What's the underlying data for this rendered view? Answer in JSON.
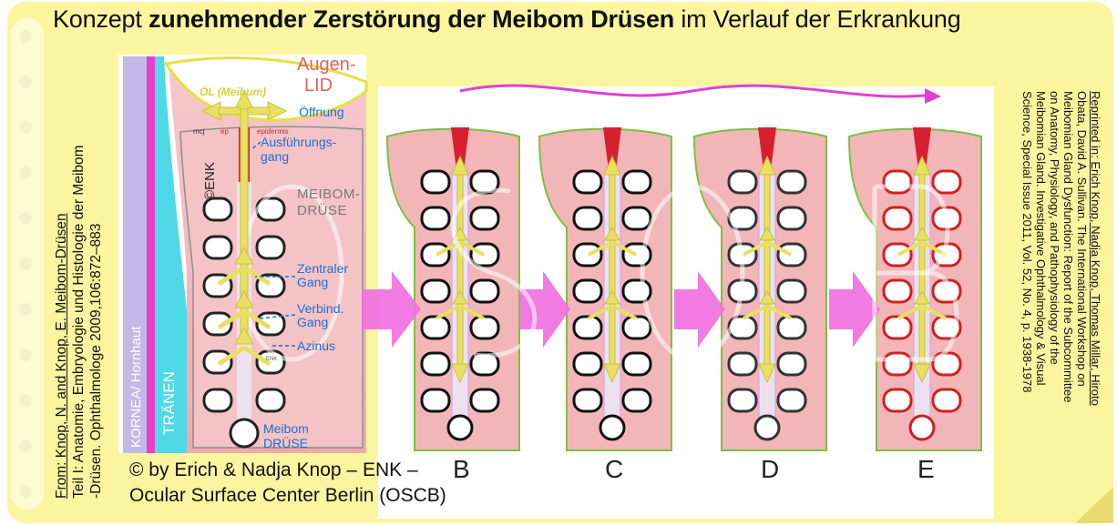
{
  "title": {
    "part1": "Konzept ",
    "part2_bold": "zunehmender Zerstörung der Meibom Drüsen",
    "part3": " im Verlauf der Erkrankung"
  },
  "labels": {
    "augenlid_line1": "Augen-",
    "augenlid_line2": "LID",
    "oel": "ÖL (Meibum)",
    "oeffnung": "Öffnung",
    "ausfuehrungs_line1": "Ausführungs-",
    "ausfuehrungs_line2": "gang",
    "enk": "©ENK",
    "meibom_line1": "MEIBOM-",
    "meibom_line2": "DRÜSE",
    "zentraler_line1": "Zentraler",
    "zentraler_line2": "Gang",
    "verbind_line1": "Verbind.",
    "verbind_line2": "Gang",
    "azinus": "Azinus",
    "meibom_druese_line1": "Meibom",
    "meibom_druese_line2": "DRÜSE",
    "kornea": "KORNEA/ Hornhaut",
    "traenen": "TRÄNEN",
    "mcj": "mcj",
    "ep": "ep",
    "epidermis": "epidermis",
    "enk_small": "ENK"
  },
  "panels": [
    "B",
    "C",
    "D",
    "E"
  ],
  "from_citation": {
    "line1": "From: Knop, N. and Knop, E. Meibom-Drüsen",
    "line2": "Teil I: Anatomie, Embryologie und Histologie der Meibom",
    "line3": "-Drüsen. Ophthalmologe 2009,106:872–883"
  },
  "reprint_citation": {
    "line1": "Reprinted in: Erich Knop, Nadja Knop, Thomas Millar, Hiroto",
    "line2": "Obata, David A. Sullivan. The International Workshop on",
    "line3": "Meibomian Gland Dysfunction: Report of the Subcommittee",
    "line4": "on Anatomy, Physiology, and Pathophysiology of the",
    "line5": "Meibomian Gland. Investigative Ophthalmology & Visual",
    "line6": "Science, Special Issue 2011, Vol. 52, No. 4, p. 1938-1978"
  },
  "copyright": {
    "line1": "© by Erich & Nadja Knop – ENK –",
    "line2": "Ocular Surface Center Berlin (OSCB)"
  },
  "colors": {
    "paper": "#fbf5a0",
    "tissue": "#f2b5b8",
    "gland_outline": "#111111",
    "degenerated_outline": "#e02020",
    "arrow_yellow": "#e8e060",
    "progress_arrow": "#e040d0",
    "link_blue": "#1d6fd6"
  }
}
